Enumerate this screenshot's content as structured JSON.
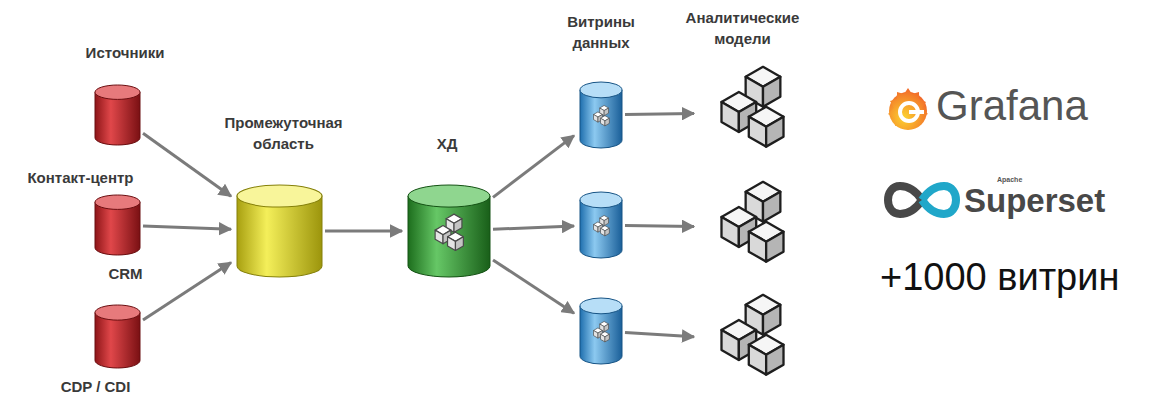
{
  "diagram": {
    "nodes": [
      {
        "text": [
          "Контакт-центр"
        ]
      },
      {
        "text": [
          "CRM"
        ]
      },
      {
        "text": [
          "CDP / CDI"
        ]
      },
      {
        "text": [
          "Промежуточная область"
        ]
      },
      {
        "text": [
          "ХД"
        ]
      },
      {
        "text": [
          "Витрины данных"
        ]
      },
      {
        "text": []
      },
      {
        "text": []
      },
      {
        "text": [
          "Аналитические модели"
        ]
      },
      {
        "text": []
      },
      {
        "text": []
      }
    ],
    "edges": [
      {
        "from": 0,
        "to": 3,
        "arrow": "to"
      },
      {
        "from": 1,
        "to": 3,
        "arrow": "to"
      },
      {
        "from": 2,
        "to": 3,
        "arrow": "to"
      },
      {
        "from": 3,
        "to": 4,
        "arrow": "to"
      },
      {
        "from": 4,
        "to": 5,
        "arrow": "to"
      },
      {
        "from": 4,
        "to": 6,
        "arrow": "to"
      },
      {
        "from": 4,
        "to": 7,
        "arrow": "to"
      },
      {
        "from": 5,
        "to": 8,
        "arrow": "to"
      },
      {
        "from": 6,
        "to": 9,
        "arrow": "to"
      },
      {
        "from": 7,
        "to": 10,
        "arrow": "to"
      }
    ],
    "labels": [
      "Источники",
      "Grafana",
      "Apache",
      "Superset",
      "+1000 витрин"
    ]
  }
}
